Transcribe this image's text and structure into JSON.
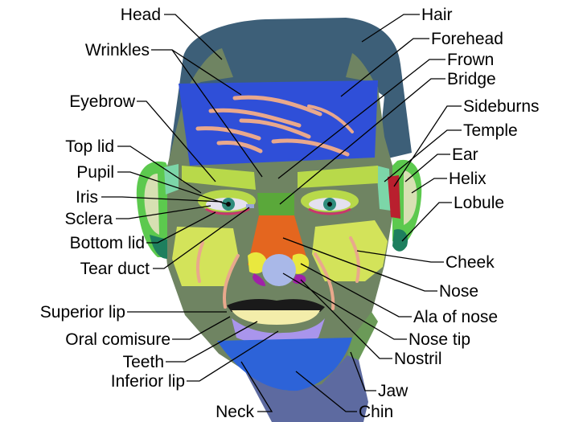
{
  "diagram": {
    "labels_left": {
      "head": "Head",
      "wrinkles": "Wrinkles",
      "eyebrow": "Eyebrow",
      "top_lid": "Top lid",
      "pupil": "Pupil",
      "iris": "Iris",
      "sclera": "Sclera",
      "bottom_lid": "Bottom lid",
      "tear_duct": "Tear duct",
      "superior_lip": "Superior lip",
      "oral_comisure": "Oral comisure",
      "teeth": "Teeth",
      "inferior_lip": "Inferior lip",
      "neck": "Neck"
    },
    "labels_right": {
      "hair": "Hair",
      "forehead": "Forehead",
      "frown": "Frown",
      "bridge": "Bridge",
      "sideburns": "Sideburns",
      "temple": "Temple",
      "ear": "Ear",
      "helix": "Helix",
      "lobule": "Lobule",
      "cheek": "Cheek",
      "nose": "Nose",
      "ala_of_nose": "Ala of nose",
      "nose_tip": "Nose tip",
      "nostril": "Nostril",
      "jaw": "Jaw",
      "chin": "Chin"
    },
    "region_colors": {
      "hair": "#3d5f78",
      "forehead": "#2f4fd8",
      "wrinkles": "#e9a88c",
      "skin": "#6f8462",
      "cheek": "#d3e35a",
      "nose": "#e4661f",
      "bridge": "#5aa83a",
      "nose_tip": "#a9b8e8",
      "ala": "#e9e83e",
      "nostril": "#a021a8",
      "ear": "#5cc94e",
      "helix": "#d7e0b3",
      "lobule": "#1e7f5e",
      "temple": "#7cd6a8",
      "sideburns": "#b91f2e",
      "eyelid": "#b8d94a",
      "iris": "#2f8c7c",
      "sclera": "#e4e1ee",
      "teeth": "#f3edaa",
      "inferior_lip": "#a995ec",
      "chin": "#2d63d8",
      "neck": "#5d6aa0",
      "lip": "#1a1a1a"
    }
  }
}
